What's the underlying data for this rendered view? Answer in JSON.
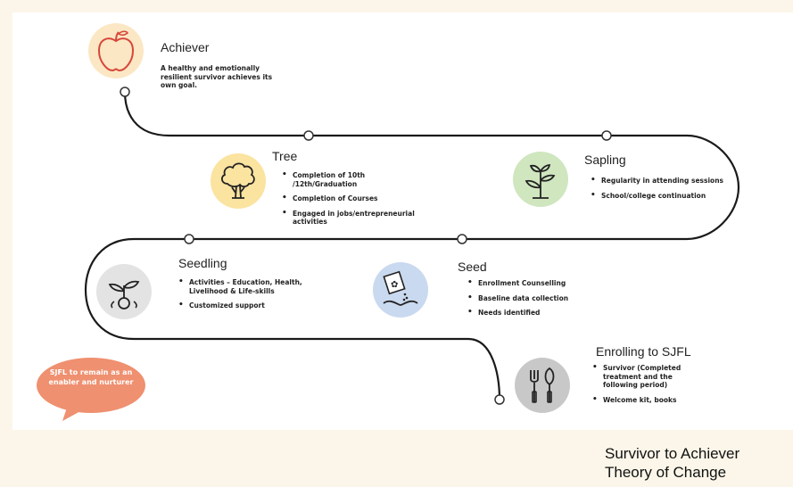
{
  "stages": {
    "achiever": {
      "title": "Achiever",
      "description": "A healthy and emotionally resilient survivor achieves its own goal.",
      "icon": "apple-icon"
    },
    "tree": {
      "title": "Tree",
      "bullets": [
        "Completion of 10th /12th/Graduation",
        "Completion of Courses",
        "Engaged in jobs/entrepreneurial activities"
      ],
      "icon": "tree-icon"
    },
    "sapling": {
      "title": "Sapling",
      "bullets": [
        "Regularity in attending sessions",
        "School/college continuation"
      ],
      "icon": "sapling-icon"
    },
    "seedling": {
      "title": "Seedling",
      "bullets": [
        "Activities – Education, Health, Livelihood & Life-skills",
        "Customized support"
      ],
      "icon": "seedling-icon"
    },
    "seed": {
      "title": "Seed",
      "bullets": [
        "Enrollment Counselling",
        "Baseline data collection",
        "Needs identified"
      ],
      "icon": "seed-packet-icon"
    },
    "enrolling": {
      "title": "Enrolling to SJFL",
      "bullets": [
        "Survivor (Completed treatment and the following period)",
        "Welcome kit, books"
      ],
      "icon": "garden-tools-icon"
    }
  },
  "bubble": {
    "text": "SJFL to remain as an enabler and nurturer"
  },
  "caption": {
    "line1": "Survivor to Achiever",
    "line2": "Theory of Change"
  },
  "colors": {
    "apple_bg": "#fbe7c4",
    "tree_bg": "#fbe3a0",
    "sapling_bg": "#cfe6bf",
    "seedling_bg": "#e3e3e3",
    "seed_bg": "#c9d9ef",
    "tools_bg": "#c8c8c8",
    "bubble": "#ef9070"
  }
}
